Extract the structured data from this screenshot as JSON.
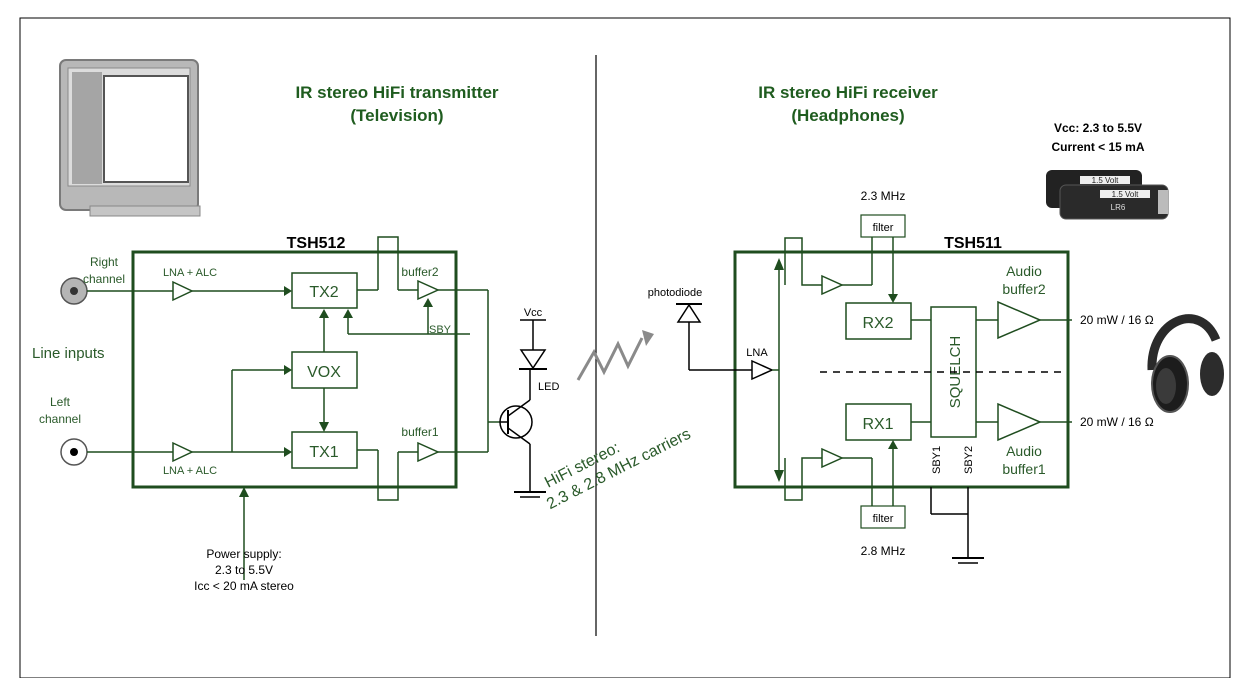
{
  "figure_title": "",
  "transmitter": {
    "title_line1": "IR stereo HiFi transmitter",
    "title_line2": "(Television)",
    "chip": "TSH512",
    "lna_alc_top": "LNA + ALC",
    "lna_alc_bottom": "LNA + ALC",
    "tx2": "TX2",
    "tx1": "TX1",
    "vox": "VOX",
    "buffer2": "buffer2",
    "buffer1": "buffer1",
    "sby": "SBY",
    "right_channel_line1": "Right",
    "right_channel_line2": "channel",
    "left_channel_line1": "Left",
    "left_channel_line2": "channel",
    "line_inputs": "Line inputs",
    "power_line1": "Power supply:",
    "power_line2": "2.3 to 5.5V",
    "power_line3": "Icc < 20 mA stereo",
    "vcc": "Vcc",
    "led": "LED"
  },
  "link": {
    "carrier_line1": "HiFi stereo:",
    "carrier_line2": "2.3 & 2.8 MHz carriers"
  },
  "receiver": {
    "title_line1": "IR stereo HiFi receiver",
    "title_line2": "(Headphones)",
    "chip": "TSH511",
    "vcc_line": "Vcc: 2.3 to 5.5V",
    "current_line": "Current < 15 mA",
    "battery_label1": "1.5 Volt",
    "battery_label2": "1.5 Volt",
    "battery_label3": "LR6",
    "photodiode": "photodiode",
    "lna": "LNA",
    "filter_top": "filter",
    "filter_bottom": "filter",
    "freq_top": "2.3 MHz",
    "freq_bottom": "2.8 MHz",
    "rx2": "RX2",
    "rx1": "RX1",
    "squelch": "SQUELCH",
    "sby1": "SBY1",
    "sby2": "SBY2",
    "audio_buffer2_line1": "Audio",
    "audio_buffer2_line2": "buffer2",
    "audio_buffer1_line1": "Audio",
    "audio_buffer1_line2": "buffer1",
    "output_top": "20 mW / 16 Ω",
    "output_bottom": "20 mW / 16 Ω"
  },
  "colors": {
    "chip_border": "#1f4d1f",
    "wire": "#1f4d1f",
    "heading": "#1f5c1f"
  }
}
